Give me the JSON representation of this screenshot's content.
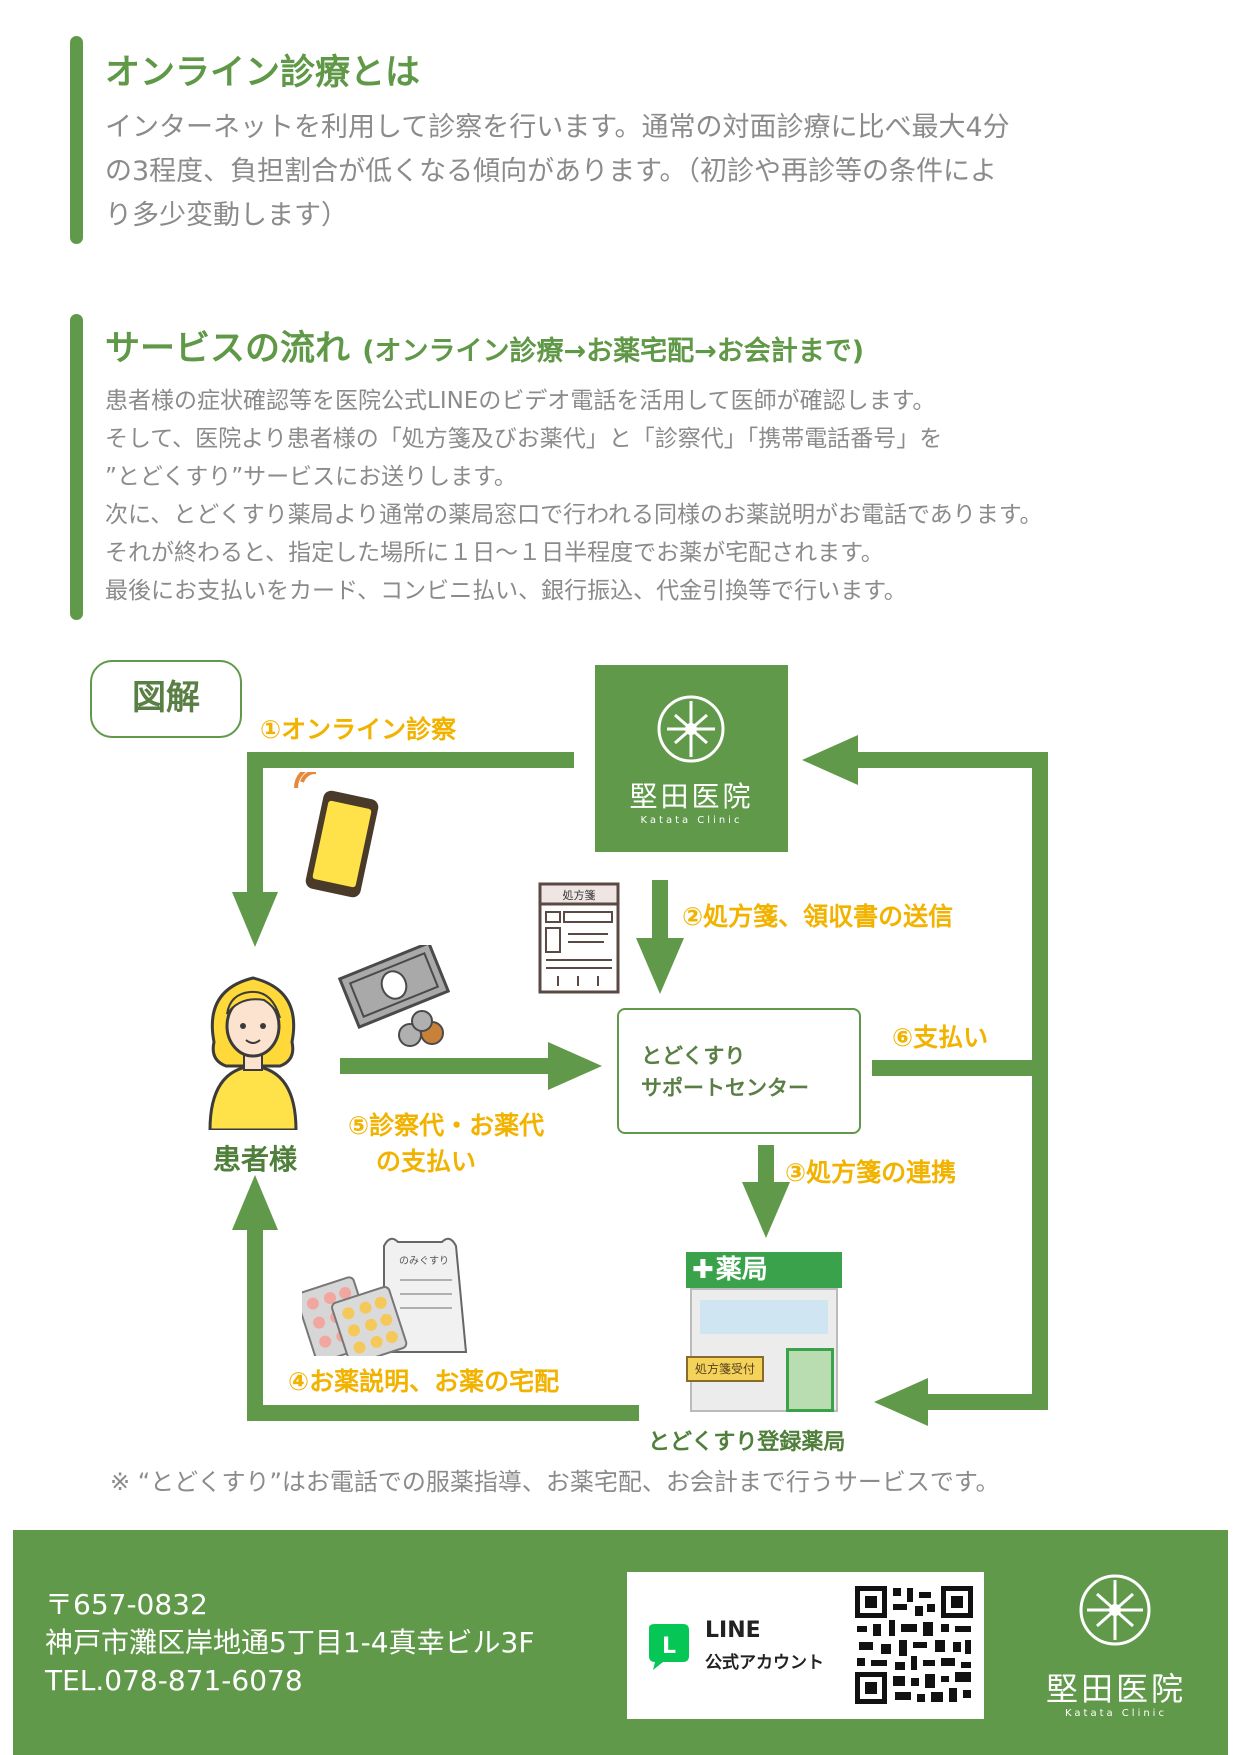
{
  "section1": {
    "title": "オンライン診療とは",
    "body": [
      "インターネットを利用して診察を行います。通常の対面診療に比べ最大4分",
      "の3程度、負担割合が低くなる傾向があります。（初診や再診等の条件によ",
      "り多少変動します）"
    ]
  },
  "section2": {
    "title": "サービスの流れ",
    "subtitle": "(オンライン診療→お薬宅配→お会計まで)",
    "body": [
      "患者様の症状確認等を医院公式LINEのビデオ電話を活用して医師が確認します。",
      "そして、医院より患者様の「処方箋及びお薬代」と「診察代」「携帯電話番号」を",
      "”とどくすり”サービスにお送りします。",
      "次に、とどくすり薬局より通常の薬局窓口で行われる同様のお薬説明がお電話であります。",
      "それが終わると、指定した場所に１日～１日半程度でお薬が宅配されます。",
      "最後にお支払いをカード、コンビニ払い、銀行振込、代金引換等で行います。"
    ]
  },
  "diagram": {
    "tag": "図解",
    "step1": "①オンライン診察",
    "step2": "②処方箋、領収書の送信",
    "step3": "③処方箋の連携",
    "step4": "④お薬説明、お薬の宅配",
    "step5_line1": "⑤診察代・お薬代",
    "step5_line2": "の支払い",
    "step6": "⑥支払い",
    "patient": "患者様",
    "center_line1": "とどくすり",
    "center_line2": "サポートセンター",
    "pharmacy": "とどくすり登録薬局",
    "pharmacy_sign": "薬局",
    "pharmacy_counter": "処方箋受付",
    "prescription_label": "処方箋",
    "medicine_bag_label": "のみぐすり",
    "clinic_name": "堅田医院",
    "clinic_en": "Katata Clinic"
  },
  "note": "※ “とどくすり”はお電話での服薬指導、お薬宅配、お会計まで行うサービスです。",
  "footer": {
    "zip": "〒657-0832",
    "address": "神戸市灘区岸地通5丁目1-4真幸ビル3F",
    "tel": "TEL.078-871-6078",
    "line_brand": "LINE",
    "line_sub": "公式アカウント",
    "line_letter": "L",
    "clinic_name": "堅田医院",
    "clinic_en": "Katata Clinic"
  },
  "colors": {
    "green": "#61994a",
    "yellow": "#f2b300",
    "gray_text": "#8b8b8b"
  }
}
